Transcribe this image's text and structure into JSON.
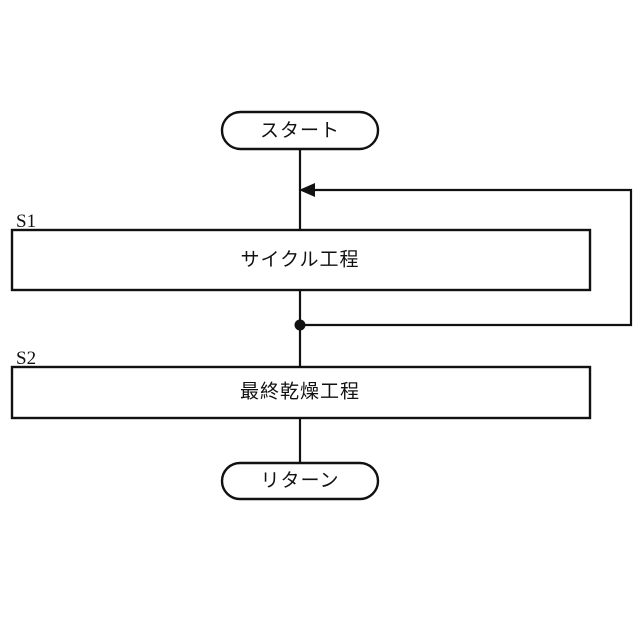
{
  "diagram": {
    "type": "flowchart",
    "background_color": "#ffffff",
    "line_color": "#111111",
    "shape_fill": "#ffffff",
    "nodes": [
      {
        "id": "start",
        "shape": "stadium",
        "label": "スタート",
        "step_label": ""
      },
      {
        "id": "cycle-process",
        "shape": "rectangle",
        "label": "サイクル工程",
        "step_label": "S1"
      },
      {
        "id": "final-drying-process",
        "shape": "rectangle",
        "label": "最終乾燥工程",
        "step_label": "S2"
      },
      {
        "id": "return",
        "shape": "stadium",
        "label": "リターン",
        "step_label": ""
      }
    ],
    "connectors": [
      {
        "id": "start-to-s1",
        "from": "start",
        "to": "cycle-process",
        "arrow": false
      },
      {
        "id": "s1-to-s2",
        "from": "cycle-process",
        "to": "final-drying-process",
        "arrow": false
      },
      {
        "id": "s2-to-return",
        "from": "final-drying-process",
        "to": "return",
        "arrow": false
      },
      {
        "id": "feedback-loop",
        "from": "junction",
        "to": "start-to-s1",
        "arrow": true,
        "arrow_direction": "left"
      }
    ],
    "junction": {
      "id": "loop-junction",
      "shape": "dot"
    }
  }
}
